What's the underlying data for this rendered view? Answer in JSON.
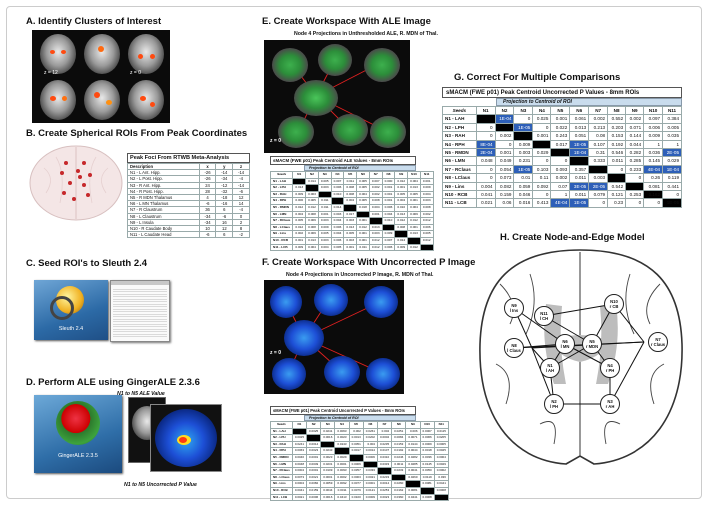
{
  "panels": {
    "a": {
      "title": "A. Identify Clusters of Interest",
      "labels": [
        "z = 12",
        "z = 0"
      ]
    },
    "b": {
      "title": "B. Create Spherical ROIs From Peak Coordinates",
      "table": {
        "title": "Peak Foci From RTWB Meta-Analysis",
        "headers": [
          "Description",
          "x",
          "y",
          "z"
        ],
        "rows": [
          [
            "N1 - L Ant. Hipp.",
            "-26",
            "-14",
            "-14"
          ],
          [
            "N2 - L Post. Hipp.",
            "-26",
            "-34",
            "-4"
          ],
          [
            "N3 - R Ant. Hipp.",
            "24",
            "-12",
            "-14"
          ],
          [
            "N4 - R Post. Hipp.",
            "28",
            "-32",
            "-6"
          ],
          [
            "N5 - R MDN Thalamus",
            "4",
            "-18",
            "12"
          ],
          [
            "N6 - L MN Thalamus",
            "-6",
            "-16",
            "14"
          ],
          [
            "N7 - R Claustrum",
            "36",
            "6",
            "-4"
          ],
          [
            "N8 - L Claustrum",
            "-34",
            "-6",
            "0"
          ],
          [
            "N9 - L Insula",
            "-34",
            "16",
            "2"
          ],
          [
            "N10 - R Caudate Body",
            "10",
            "12",
            "8"
          ],
          [
            "N11 - L Caudate Head",
            "-6",
            "6",
            "-2"
          ]
        ]
      }
    },
    "c": {
      "title": "C. Seed ROI's to Sleuth 2.4",
      "app_label": "Sleuth  2.4"
    },
    "d": {
      "title": "D. Perform ALE using GingerALE 2.3.6",
      "app_label": "GingerALE  2.3.5",
      "note_top": "N1 to N5 ALE Value",
      "note_bottom": "N1 to N5 Uncorrected P Value"
    },
    "e": {
      "title": "E. Create Workspace With ALE Image",
      "subtitle": "Node 4 Projections in Unthresholded ALE, R. MDN of Thal.",
      "z_label": "z = 0",
      "table": {
        "title": "sMACM (FWE p01) Peak Centroid ALE Values - 8mm ROIs",
        "subheader": "Projection to Centroid of ROI",
        "col_label": "Seeds",
        "headers": [
          "N1",
          "N2",
          "N3",
          "N4",
          "N5",
          "N6",
          "N7",
          "N8",
          "N9",
          "N10",
          "N11"
        ],
        "rows": [
          {
            "seed": "N1 - LAH",
            "cells": [
              "",
              "0.014",
              "0.005",
              "0.007",
              "0.011",
              "0.005",
              "0.007",
              "0.000",
              "0.012",
              "0.004",
              "0.001"
            ]
          },
          {
            "seed": "N2 - LPH",
            "cells": [
              "0.013",
              "",
              "0.003",
              "0.006",
              "0.008",
              "0.005",
              "0.002",
              "0.001",
              "0.001",
              "0.013",
              "0.009"
            ]
          },
          {
            "seed": "N3 - RAH",
            "cells": [
              "0.009",
              "0.003",
              "",
              "0.010",
              "0.008",
              "0.004",
              "0.002",
              "0.001",
              "0.005",
              "0.005",
              "0.004"
            ]
          },
          {
            "seed": "N4 - RPH",
            "cells": [
              "0.006",
              "0.005",
              "0.011",
              "",
              "0.004",
              "0.005",
              "0.008",
              "0.001",
              "0.004",
              "0.001",
              "0.003"
            ]
          },
          {
            "seed": "N5 - RMDN",
            "cells": [
              "0.012",
              "0.012",
              "0.011",
              "0.014",
              "",
              "0.018",
              "0.004",
              "0.006",
              "0.010",
              "0.004",
              "0.008"
            ]
          },
          {
            "seed": "N6 - LMN",
            "cells": [
              "0.004",
              "0.008",
              "0.001",
              "0.003",
              "0.017",
              "",
              "0.001",
              "0.004",
              "0.013",
              "0.009",
              "0.002"
            ]
          },
          {
            "seed": "N7 - RClaus",
            "cells": [
              "0.005",
              "0.009",
              "0.003",
              "0.004",
              "0.003",
              "0.001",
              "",
              "0.010",
              "0.012",
              "0.012",
              "0.012"
            ]
          },
          {
            "seed": "N8 - LClaus",
            "cells": [
              "0.012",
              "0.008",
              "0.009",
              "0.006",
              "0.013",
              "0.012",
              "0.013",
              "",
              "0.008",
              "0.001",
              "0.006"
            ]
          },
          {
            "seed": "N9 - Lins",
            "cells": [
              "0.002",
              "0.009",
              "0.005",
              "0.004",
              "0.005",
              "0.001",
              "0.003",
              "0.009",
              "",
              "0.013",
              "0.005"
            ]
          },
          {
            "seed": "N10 - RCB",
            "cells": [
              "0.001",
              "0.013",
              "0.003",
              "0.006",
              "0.003",
              "0.001",
              "0.012",
              "0.007",
              "0.014",
              "",
              "0.012"
            ]
          },
          {
            "seed": "N11 - LCB",
            "cells": [
              "0.009",
              "0.004",
              "0.004",
              "0.005",
              "0.001",
              "0.011",
              "0.012",
              "0.006",
              "0.009",
              "0.012",
              ""
            ]
          }
        ]
      }
    },
    "f": {
      "title": "F. Create Workspace With Uncorrected P Image",
      "subtitle": "Node 4 Projections in Uncorrected P Image, R. MDN of Thal.",
      "z_label": "z = 0",
      "table": {
        "title": "sMACM (FWE p01) Peak Centroid Uncorrected P Values - 8mm ROIs",
        "subheader": "Projection to Centroid of ROI",
        "col_label": "Seeds",
        "headers": [
          "N1",
          "N2",
          "N3",
          "N4",
          "N5",
          "N6",
          "N7",
          "N8",
          "N9",
          "N10",
          "N11"
        ],
        "rows": [
          {
            "seed": "N1 - LAH",
            "cells": [
              "",
              "0.0025",
              "0.0241",
              "0.0063",
              "0.002",
              "0.0261",
              "0.002",
              "0.0251",
              "0.006",
              "0.0007",
              "0.0115"
            ]
          },
          {
            "seed": "N2 - LPH",
            "cells": [
              "0.0025",
              "",
              "0.0016",
              "0.0023",
              "0.0013",
              "0.0202",
              "0.0002",
              "0.0084",
              "0.0071",
              "0.0066",
              "0.0205"
            ]
          },
          {
            "seed": "N3 - RAH",
            "cells": [
              "0.0241",
              "0.0014",
              "",
              "0.0243",
              "0.0051",
              "0.004",
              "0.0235",
              "0.0153",
              "0.0144",
              "0.0009",
              "0.0005"
            ]
          },
          {
            "seed": "N4 - RPH",
            "cells": [
              "0.0063",
              "0.0023",
              "0.0243",
              "",
              "0.0017",
              "0.0014",
              "0.0107",
              "0.0192",
              "0.0044",
              "0.0018",
              "0.0025"
            ]
          },
          {
            "seed": "N5 - RMDN",
            "cells": [
              "0.0046",
              "0.0001",
              "0.0023",
              "0.0029",
              "",
              "0.0006",
              "0.0310",
              "0.0246",
              "0.0282",
              "0.0036",
              "0.0004"
            ]
          },
          {
            "seed": "N6 - LMN",
            "cells": [
              "0.0048",
              "0.0049",
              "0.0231",
              "0.0001",
              "0.0006",
              "",
              "0.0333",
              "0.0011",
              "0.0285",
              "0.0145",
              "0.0029"
            ]
          },
          {
            "seed": "N7 - RClaus",
            "cells": [
              "0.0004",
              "0.0001",
              "0.0109",
              "0.0093",
              "0.0357",
              "0.0333",
              "",
              "0.0233",
              "0.0041",
              "0.0050",
              "0.0002"
            ]
          },
          {
            "seed": "N8 - LClaus",
            "cells": [
              "0.0073",
              "0.0021",
              "0.0001",
              "0.0002",
              "0.0003",
              "0.0021",
              "0.0233",
              "",
              "0.0260",
              "0.0119",
              "0.036"
            ]
          },
          {
            "seed": "N9 - Lins",
            "cells": [
              "0.0004",
              "0.0082",
              "0.0059",
              "0.0092",
              "0.0077",
              "0.0001",
              "0.0014",
              "0.0260",
              "",
              "0.0081",
              "0.0441"
            ]
          },
          {
            "seed": "N10 - RCB",
            "cells": [
              "0.0041",
              "0.0159",
              "0.0044",
              "0.0011",
              "0.0079",
              "0.0121",
              "0.0253",
              "0.0162",
              "0.0081",
              "",
              "0.0008"
            ]
          },
          {
            "seed": "N11 - LCB",
            "cells": [
              "0.0021",
              "0.0006",
              "0.0016",
              "0.0413",
              "0.0100",
              "0.0009",
              "0.0023",
              "0.0360",
              "0.0441",
              "0.0008",
              ""
            ]
          }
        ]
      }
    },
    "g": {
      "title": "G. Correct For Multiple Comparisons",
      "table": {
        "title": "sMACM (FWE p01) Peak Centroid Uncorrected P Values - 8mm ROIs",
        "subheader": "Projection to Centroid of ROI",
        "col_label": "Seeds",
        "headers": [
          "N1",
          "N2",
          "N3",
          "N4",
          "N5",
          "N6",
          "N7",
          "N8",
          "N9",
          "N10",
          "N11"
        ],
        "rows": [
          {
            "seed": "N1 - LAH",
            "cells": [
              "",
              "1E-04",
              "0",
              "0.025",
              "0.001",
              "0.061",
              "0.002",
              "0.552",
              "0.002",
              "0.097",
              "0.384"
            ]
          },
          {
            "seed": "N2 - LPH",
            "cells": [
              "0",
              "",
              "1E-05",
              "0",
              "0.022",
              "0.013",
              "0.213",
              "0.203",
              "0.071",
              "0.006",
              "0.005"
            ]
          },
          {
            "seed": "N3 - RAH",
            "cells": [
              "0",
              "0.002",
              "",
              "0.001",
              "0.243",
              "0.051",
              "0.08",
              "0.153",
              "0.144",
              "0.009",
              "0.035"
            ]
          },
          {
            "seed": "N4 - RPH",
            "cells": [
              "8E-04",
              "0",
              "0.009",
              "",
              "0.017",
              "1E-05",
              "0.107",
              "0.192",
              "0.044",
              "1",
              "1"
            ]
          },
          {
            "seed": "N5 - RMDN",
            "cells": [
              "2E-04",
              "0.001",
              "0.003",
              "0.029",
              "",
              "1E-04",
              "0.31",
              "0.546",
              "0.282",
              "0.036",
              "2E-05"
            ]
          },
          {
            "seed": "N6 - LMN",
            "cells": [
              "0.048",
              "0.049",
              "0.231",
              "0",
              "0",
              "",
              "0.333",
              "0.011",
              "0.285",
              "0.145",
              "0.029"
            ]
          },
          {
            "seed": "N7 - RClaus",
            "cells": [
              "0",
              "0.054",
              "1E-05",
              "0.103",
              "0.093",
              "0.357",
              "",
              "0",
              "0.233",
              "4E-04",
              "1E-04"
            ]
          },
          {
            "seed": "N8 - LClaus",
            "cells": [
              "0",
              "0.073",
              "0.01",
              "0.11",
              "0.002",
              "0.011",
              "0.003",
              "",
              "0",
              "0.26",
              "0.119"
            ]
          },
          {
            "seed": "N9 - Lins",
            "cells": [
              "0.004",
              "0.082",
              "0.059",
              "0.092",
              "0.07",
              "3E-05",
              "2E-05",
              "0.542",
              "",
              "0.081",
              "0.441"
            ]
          },
          {
            "seed": "N10 - RCB",
            "cells": [
              "0.041",
              "0.159",
              "0.046",
              "0",
              "1",
              "0.011",
              "0.079",
              "0.121",
              "0.253",
              "0.162",
              "0"
            ]
          },
          {
            "seed": "N11 - LCB",
            "cells": [
              "0.021",
              "0.06",
              "0.016",
              "0.413",
              "4E-04",
              "1E-05",
              "0",
              "0.23",
              "0",
              "0",
              "1E-05"
            ]
          }
        ]
      }
    },
    "h": {
      "title": "H. Create Node-and-Edge Model",
      "nodes": [
        {
          "id": "N1",
          "label": "N1\nl AH"
        },
        {
          "id": "N2",
          "label": "N2\nl PH"
        },
        {
          "id": "N3",
          "label": "N3\nr AH"
        },
        {
          "id": "N4",
          "label": "N4\nr PH"
        },
        {
          "id": "N5",
          "label": "N5\nr MDN"
        },
        {
          "id": "N6",
          "label": "N6\nl MN"
        },
        {
          "id": "N7",
          "label": "N7\nr Claus"
        },
        {
          "id": "N8",
          "label": "N8\nl Claus"
        },
        {
          "id": "N9",
          "label": "N9\nl Ins"
        },
        {
          "id": "N10",
          "label": "N10\nr CB"
        },
        {
          "id": "N11",
          "label": "N11\nl CH"
        }
      ]
    }
  },
  "colors": {
    "ale_green": "#2fc24a",
    "p_blue": "#1d4fd6",
    "hot": "#ff3b10",
    "highlight_blue": "#2d5fb8",
    "header_blue": "#c9dced"
  }
}
